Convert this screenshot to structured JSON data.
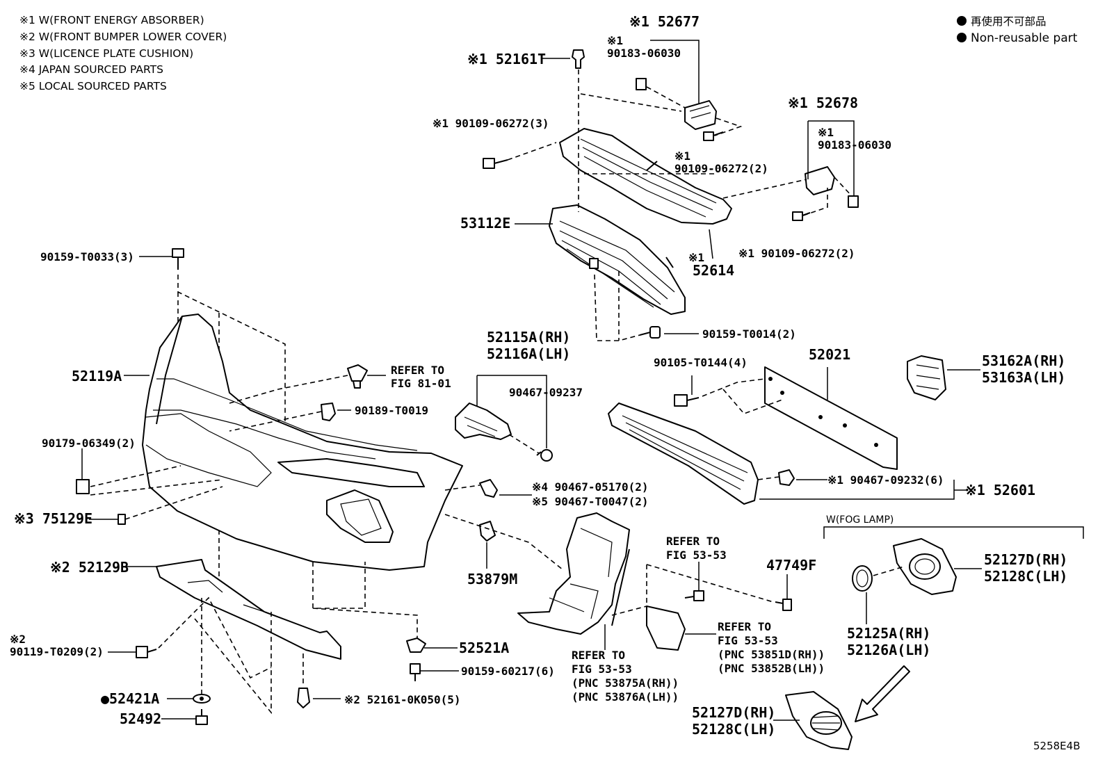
{
  "notes": [
    "※1 W(FRONT ENERGY ABSORBER)",
    "※2 W(FRONT BUMPER LOWER COVER)",
    "※3 W(LICENCE PLATE CUSHION)",
    "※4 JAPAN SOURCED PARTS",
    "※5 LOCAL SOURCED PARTS"
  ],
  "legend": {
    "japanese": "再使用不可部品",
    "english": "Non-reusable part"
  },
  "diagram_code": "5258E4B",
  "group_label_fog": "W(FOG LAMP)",
  "refer": {
    "r1": [
      "REFER TO",
      "FIG 81-01"
    ],
    "r2": [
      "REFER TO",
      "FIG 53-53"
    ],
    "r3": [
      "REFER TO",
      "FIG 53-53",
      "(PNC 53851D(RH))",
      "(PNC 53852B(LH))"
    ],
    "r4": [
      "REFER TO",
      "FIG 53-53",
      "(PNC 53875A(RH))",
      "(PNC 53876A(LH))"
    ]
  },
  "parts": {
    "p52677": "※1 52677",
    "p90183a_m": "※1",
    "p90183a": "90183-06030",
    "p52161T": "※1 52161T",
    "p90109a": "※1 90109-06272(3)",
    "p90109b_m": "※1",
    "p90109b": "90109-06272(2)",
    "p52678": "※1 52678",
    "p90183b_m": "※1",
    "p90183b": "90183-06030",
    "p53112E": "53112E",
    "p52614_m": "※1",
    "p52614": "52614",
    "p90109c": "※1 90109-06272(2)",
    "p90159T0033": "90159-T0033(3)",
    "p90159T0014": "90159-T0014(2)",
    "p52115A": "52115A(RH)",
    "p52116A": "52116A(LH)",
    "p52119A": "52119A",
    "p90189": "90189-T0019",
    "p90467_09237": "90467-09237",
    "p90105": "90105-T0144(4)",
    "p52021": "52021",
    "p53162A": "53162A(RH)",
    "p53163A": "53163A(LH)",
    "p90179": "90179-06349(2)",
    "p90467_05170": "※4 90467-05170(2)",
    "p90467_T0047": "※5 90467-T0047(2)",
    "p90467_09232": "※1 90467-09232(6)",
    "p52601": "※1 52601",
    "p75129E": "※3 75129E",
    "p53879M": "53879M",
    "p47749F": "47749F",
    "p52127D_a": "52127D(RH)",
    "p52128C_a": "52128C(LH)",
    "p52129B": "※2 52129B",
    "p90119_m": "※2",
    "p90119": "90119-T0209(2)",
    "p52521A": "52521A",
    "p90159_60217": "90159-60217(6)",
    "p52125A": "52125A(RH)",
    "p52126A": "52126A(LH)",
    "p52421A": "●52421A",
    "p52492": "52492",
    "p52161_0K050": "※2 52161-0K050(5)",
    "p52127D_b": "52127D(RH)",
    "p52128C_b": "52128C(LH)"
  }
}
